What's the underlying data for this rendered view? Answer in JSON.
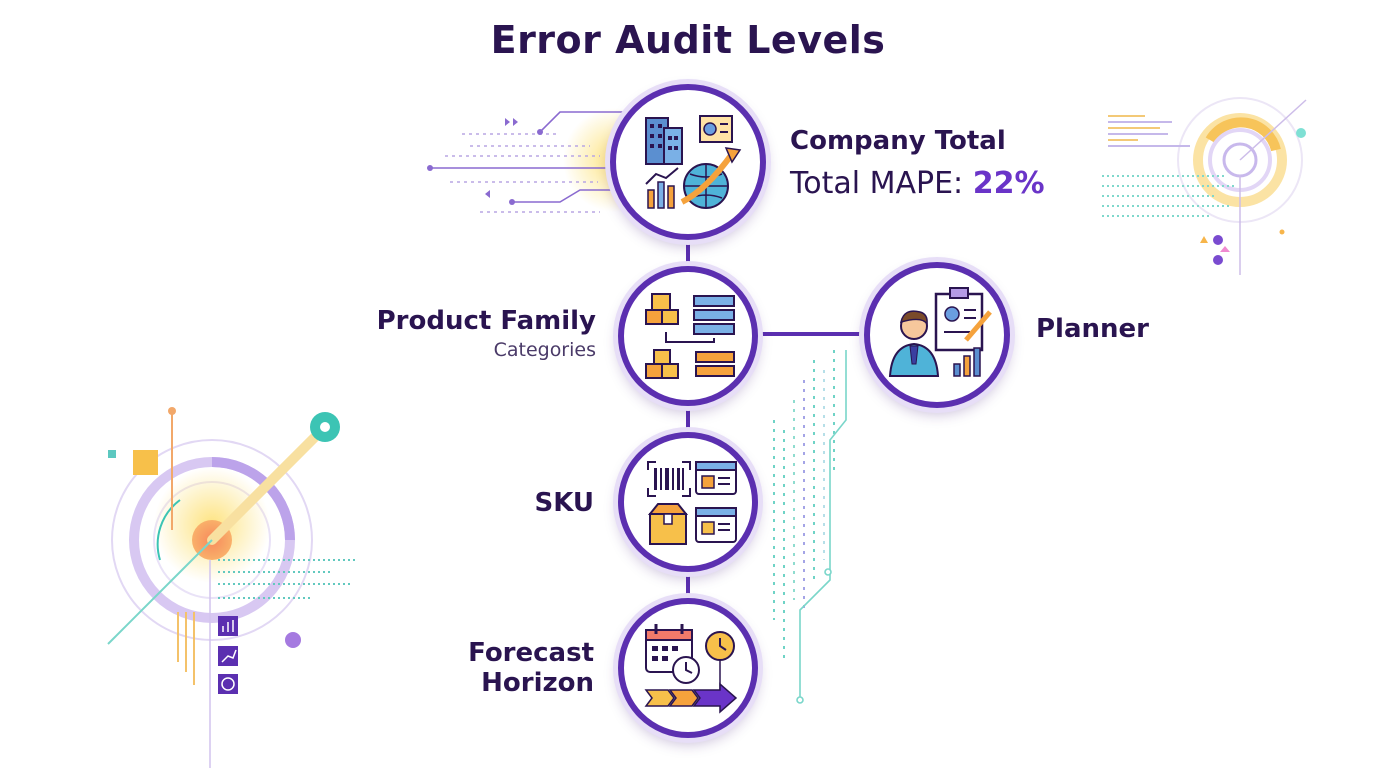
{
  "title": "Error Audit Levels",
  "nodes": {
    "company": {
      "label": "Company Total",
      "metric_label": "Total MAPE:",
      "metric_value": "22%"
    },
    "family": {
      "label": "Product Family",
      "sublabel": "Categories"
    },
    "planner": {
      "label": "Planner"
    },
    "sku": {
      "label": "SKU"
    },
    "horizon": {
      "label_line1": "Forecast",
      "label_line2": "Horizon"
    }
  },
  "colors": {
    "primary": "#5b2fb0",
    "accent": "#6a34c8",
    "title": "#2a1450",
    "teal": "#3cc4b4",
    "orange": "#f5a23c",
    "yellow": "#fbd24a"
  },
  "icons": {
    "company": "buildings-globe-chart-icon",
    "family": "boxes-hierarchy-icon",
    "planner": "person-clipboard-icon",
    "sku": "barcode-package-icon",
    "horizon": "calendar-clock-arrow-icon"
  }
}
